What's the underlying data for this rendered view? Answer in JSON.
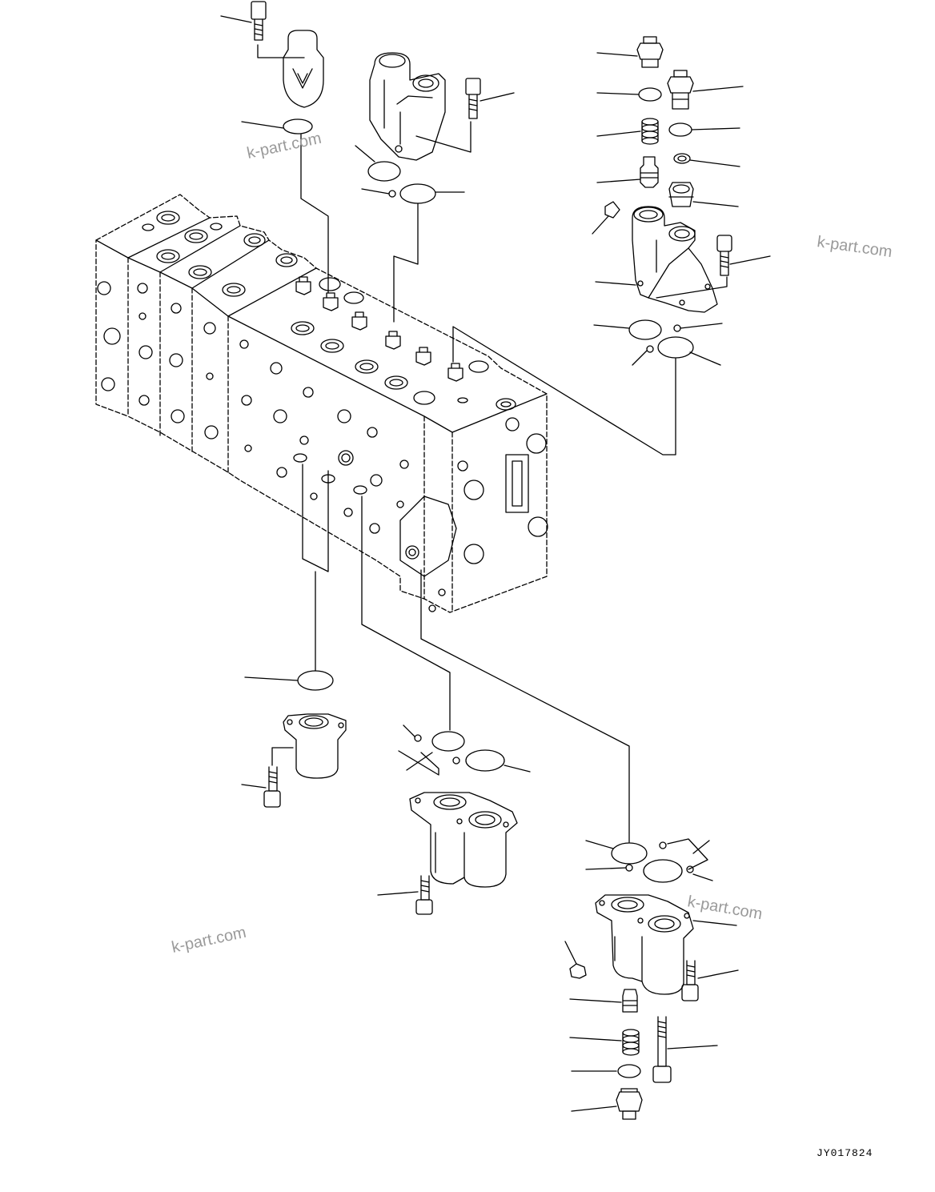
{
  "watermarks": [
    "k-part.com",
    "k-part.com",
    "k-part.com",
    "k-part.com"
  ],
  "drawing_code": "JY017824",
  "icons": {
    "main_valve": "control-valve-block-icon",
    "cap_bolt": "socket-head-bolt-icon",
    "o_ring": "o-ring-icon",
    "relief_valve": "relief-valve-cartridge-icon",
    "spring": "spring-icon",
    "plug": "hex-plug-icon",
    "valve_housing": "valve-housing-icon"
  }
}
